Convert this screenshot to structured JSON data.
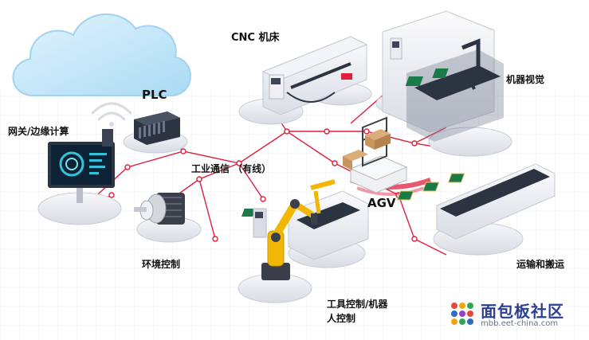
{
  "labels": {
    "gateway": "网关/边缘计算",
    "plc": "PLC",
    "cnc": "CNC 机床",
    "vision": "机器视觉",
    "network": "工业通信 （有线）",
    "agv": "AGV",
    "env": "环境控制",
    "robot_line1": "工具控制/机器",
    "robot_line2": "人控制",
    "transport": "运输和搬运"
  },
  "watermark": {
    "title": "面包板社区",
    "url": "mbb.eet-china.com"
  },
  "colors": {
    "network_line": "#e01f3d",
    "platform": "#eceef3",
    "cloud": "#bfe3f7",
    "robot": "#f2b705"
  }
}
